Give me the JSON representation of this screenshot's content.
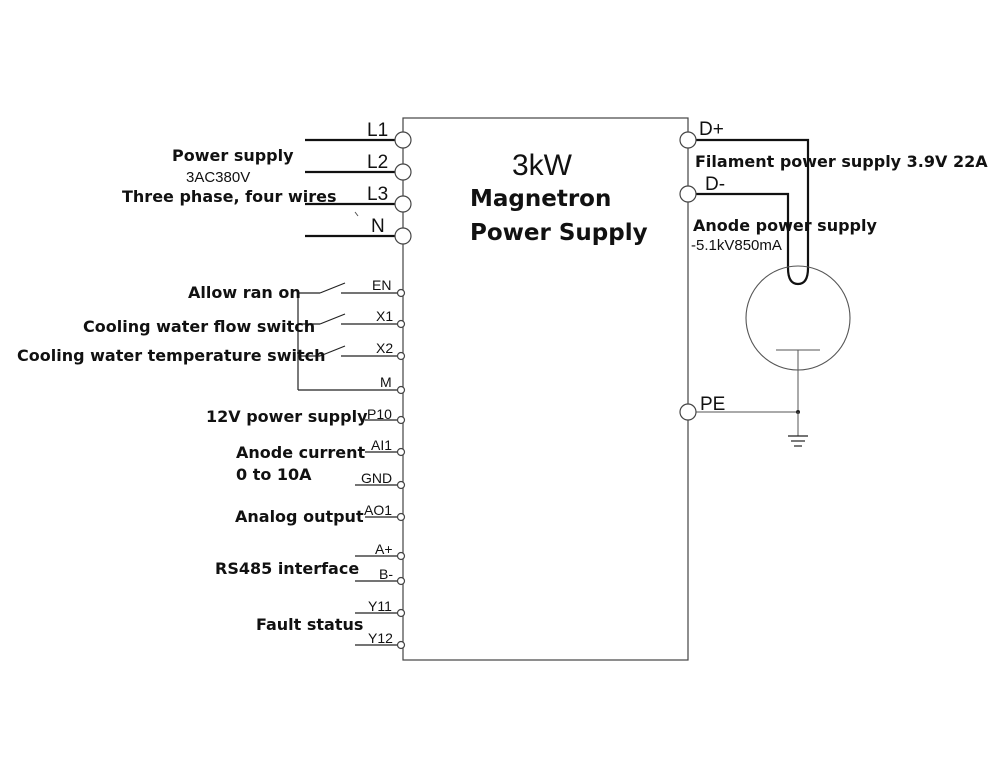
{
  "box": {
    "title_line1": "3kW",
    "title_line2": "Magnetron",
    "title_line3": "Power Supply"
  },
  "power_terminals": {
    "l1": "L1",
    "l2": "L2",
    "l3": "L3",
    "n": "N"
  },
  "power_labels": {
    "power_supply": "Power supply",
    "voltage": "3AC380V",
    "wiring": "Three phase, four wires"
  },
  "control_terminals": {
    "en": "EN",
    "x1": "X1",
    "x2": "X2",
    "m": "M",
    "p10": "P10",
    "ai1": "AI1",
    "gnd": "GND",
    "ao1": "AO1",
    "a_plus": "A+",
    "b_minus": "B-",
    "y11": "Y11",
    "y12": "Y12"
  },
  "control_labels": {
    "allow_run": "Allow ran on",
    "flow_switch": "Cooling water flow switch",
    "temp_switch": "Cooling water temperature switch",
    "supply_12v": "12V power supply",
    "anode_current": "Anode current",
    "anode_range": "0 to 10A",
    "analog_output": "Analog output",
    "rs485": "RS485 interface",
    "fault_status": "Fault status"
  },
  "output_terminals": {
    "d_plus": "D+",
    "d_minus": "D-",
    "pe": "PE"
  },
  "output_labels": {
    "filament": "Filament power supply 3.9V 22A",
    "anode_supply": "Anode power supply",
    "anode_spec": "-5.1kV850mA"
  }
}
